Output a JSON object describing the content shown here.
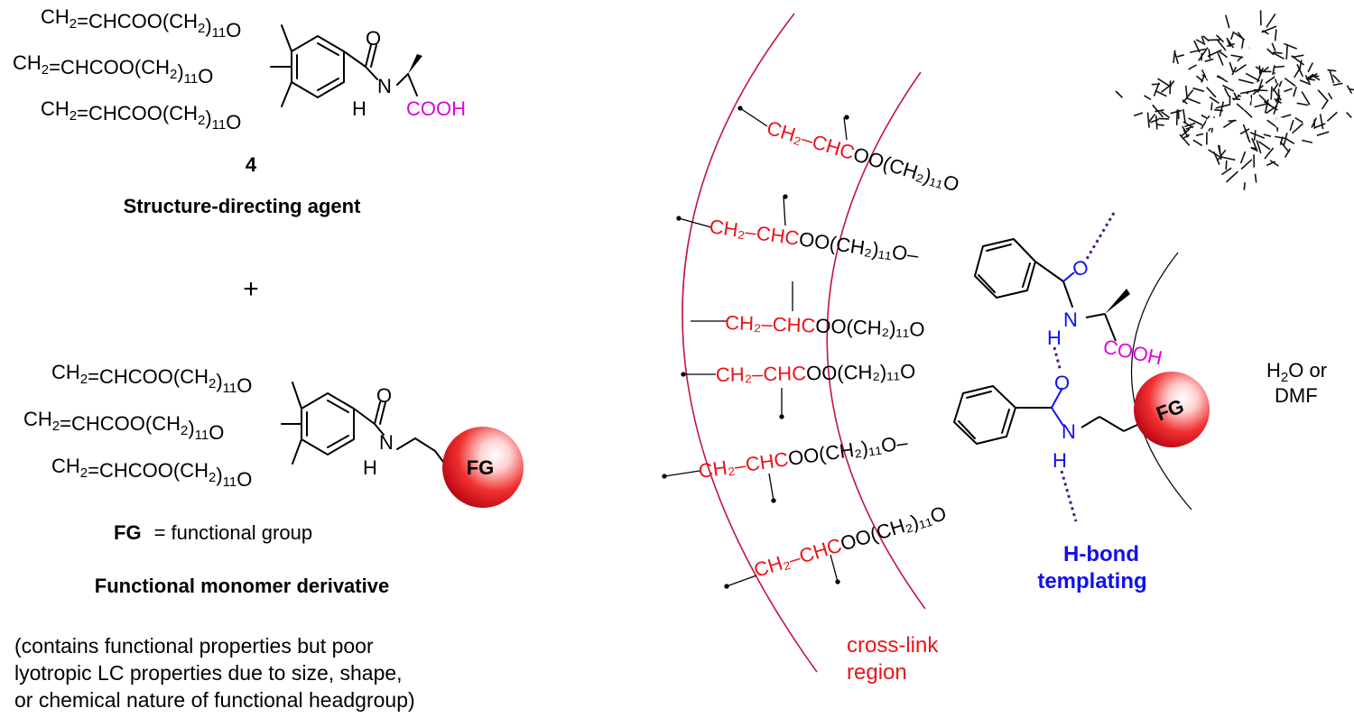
{
  "left": {
    "sda": {
      "chain1": "CH2=CHCOO(CH2)11O",
      "chain2": "CH2=CHCOO(CH2)11O",
      "chain3": "CH2=CHCOO(CH2)11O",
      "carbonyl_o": "O",
      "n": "N",
      "h": "H",
      "acid": "COOH",
      "number": "4",
      "caption": "Structure-directing agent"
    },
    "plus": "+",
    "fm": {
      "chain1": "CH2=CHCOO(CH2)11O",
      "chain2": "CH2=CHCOO(CH2)11O",
      "chain3": "CH2=CHCOO(CH2)11O",
      "carbonyl_o": "O",
      "n": "N",
      "h": "H",
      "fg": "FG",
      "fg_def_bold": "FG",
      "fg_def_rest": "= functional group",
      "caption": "Functional monomer derivative",
      "note_line1": "(contains functional properties but poor",
      "note_line2": "lyotropic LC properties due to size, shape,",
      "note_line3": "or chemical nature of functional headgroup)"
    }
  },
  "right": {
    "solvent_line1": "H2O or",
    "solvent_line2": "DMF",
    "hbond_line1": "H-bond",
    "hbond_line2": "templating",
    "crosslink_line1": "cross-link",
    "crosslink_line2": "region",
    "fg": "FG",
    "acid": "COOH",
    "chains": [
      "CH2–CHCOO(CH2)11O",
      "CH2–CHCOO(CH2)11O",
      "CH2–CHCOO(CH2)11O",
      "CH2–CHCOO(CH2)11O",
      "CH2–CHCOO(CH2)11O",
      "CH2–CHCOO(CH2)11O"
    ]
  },
  "colors": {
    "red": "#e8141b",
    "magenta": "#e000e0",
    "blue": "#1010ee",
    "arc": "#c0183c"
  }
}
